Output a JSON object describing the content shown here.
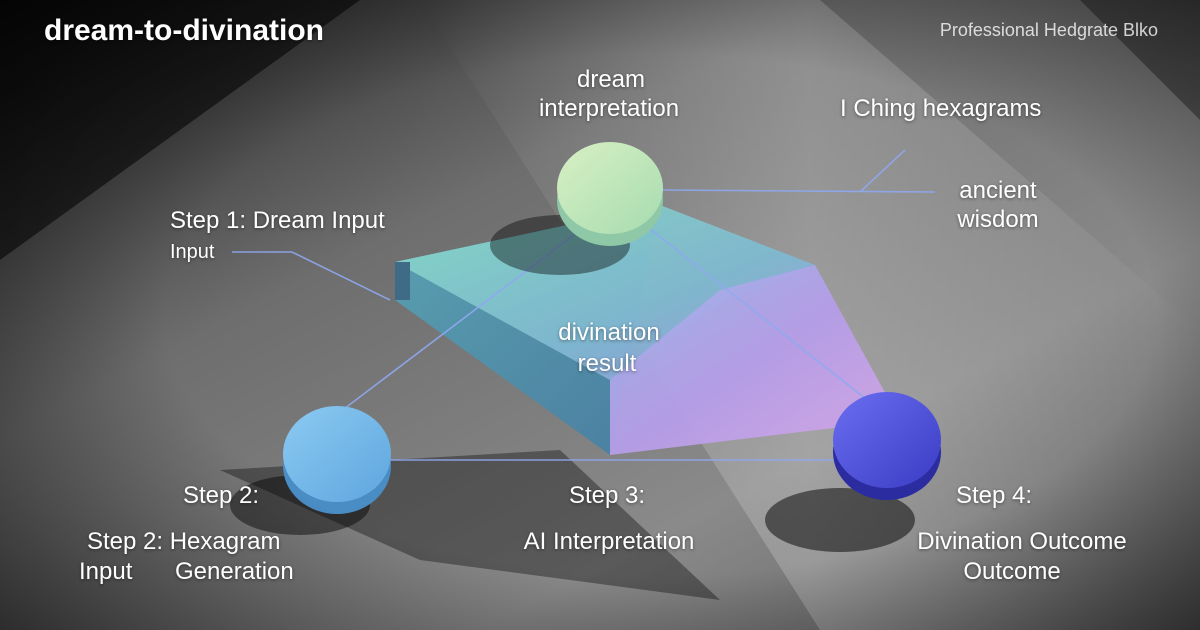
{
  "header": {
    "title": "dream-to-divination",
    "watermark": "Professional Hedgrate Blko"
  },
  "nodes": {
    "top": {
      "label_line1": "dream",
      "label_line2": "interpretation",
      "color": "#bfe6b0"
    },
    "left": {
      "color": "#6fb6e8"
    },
    "right": {
      "color": "#4a4fd6"
    }
  },
  "center_label": {
    "line1": "divination",
    "line2": "result"
  },
  "annotations": {
    "iching": "I Ching hexagrams",
    "ancient_line1": "ancient",
    "ancient_line2": "wisdom"
  },
  "steps": {
    "step1": {
      "title": "Step 1: Dream Input",
      "sub": "Input"
    },
    "step2": {
      "heading": "Step 2:",
      "title": "Step 2: Hexagram",
      "sub_left": "Input",
      "sub_right": "Generation"
    },
    "step3": {
      "heading": "Step 3:",
      "title": "AI Interpretation"
    },
    "step4": {
      "heading": "Step 4:",
      "title": "Divination Outcome",
      "sub": "Outcome"
    }
  },
  "colors": {
    "accent_teal": "#7fe0c8",
    "accent_purple": "#a98ee6",
    "connector": "#8fa8f0"
  }
}
